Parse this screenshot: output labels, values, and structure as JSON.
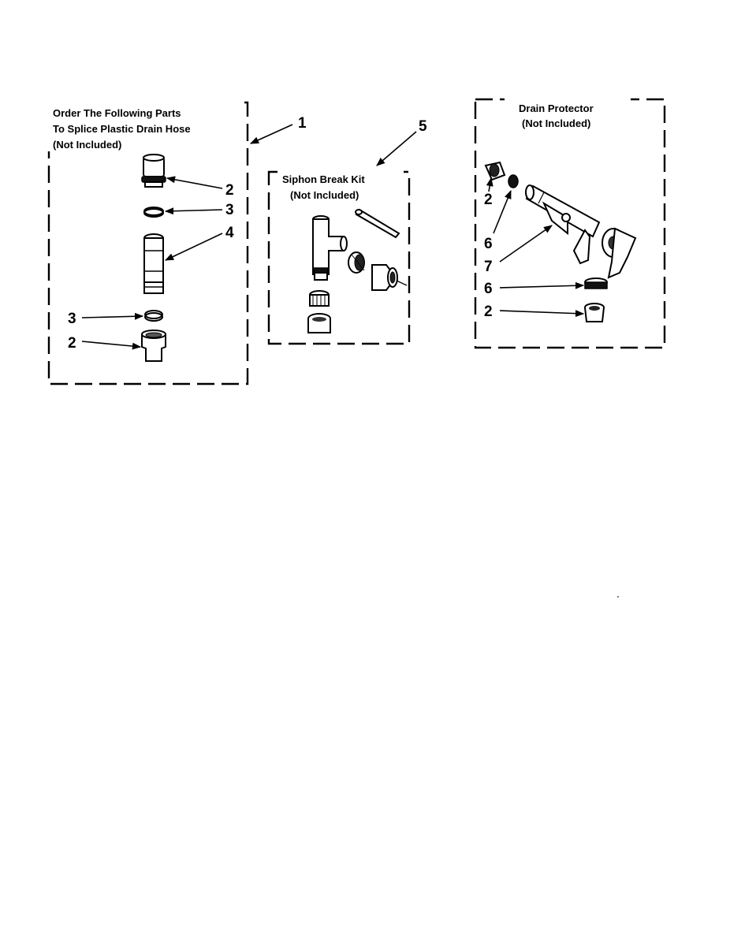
{
  "groups": {
    "splice": {
      "title_lines": [
        "Order The Following Parts",
        "To Splice Plastic Drain Hose",
        "(Not Included)"
      ],
      "callout": "1",
      "labels": [
        "2",
        "3",
        "4",
        "3",
        "2"
      ]
    },
    "siphon": {
      "title_lines": [
        "Siphon Break Kit",
        "(Not Included)"
      ],
      "callout": "5"
    },
    "drain_protector": {
      "title_lines": [
        "Drain Protector",
        "(Not Included)"
      ],
      "labels": [
        "2",
        "6",
        "7",
        "6",
        "2"
      ]
    }
  }
}
